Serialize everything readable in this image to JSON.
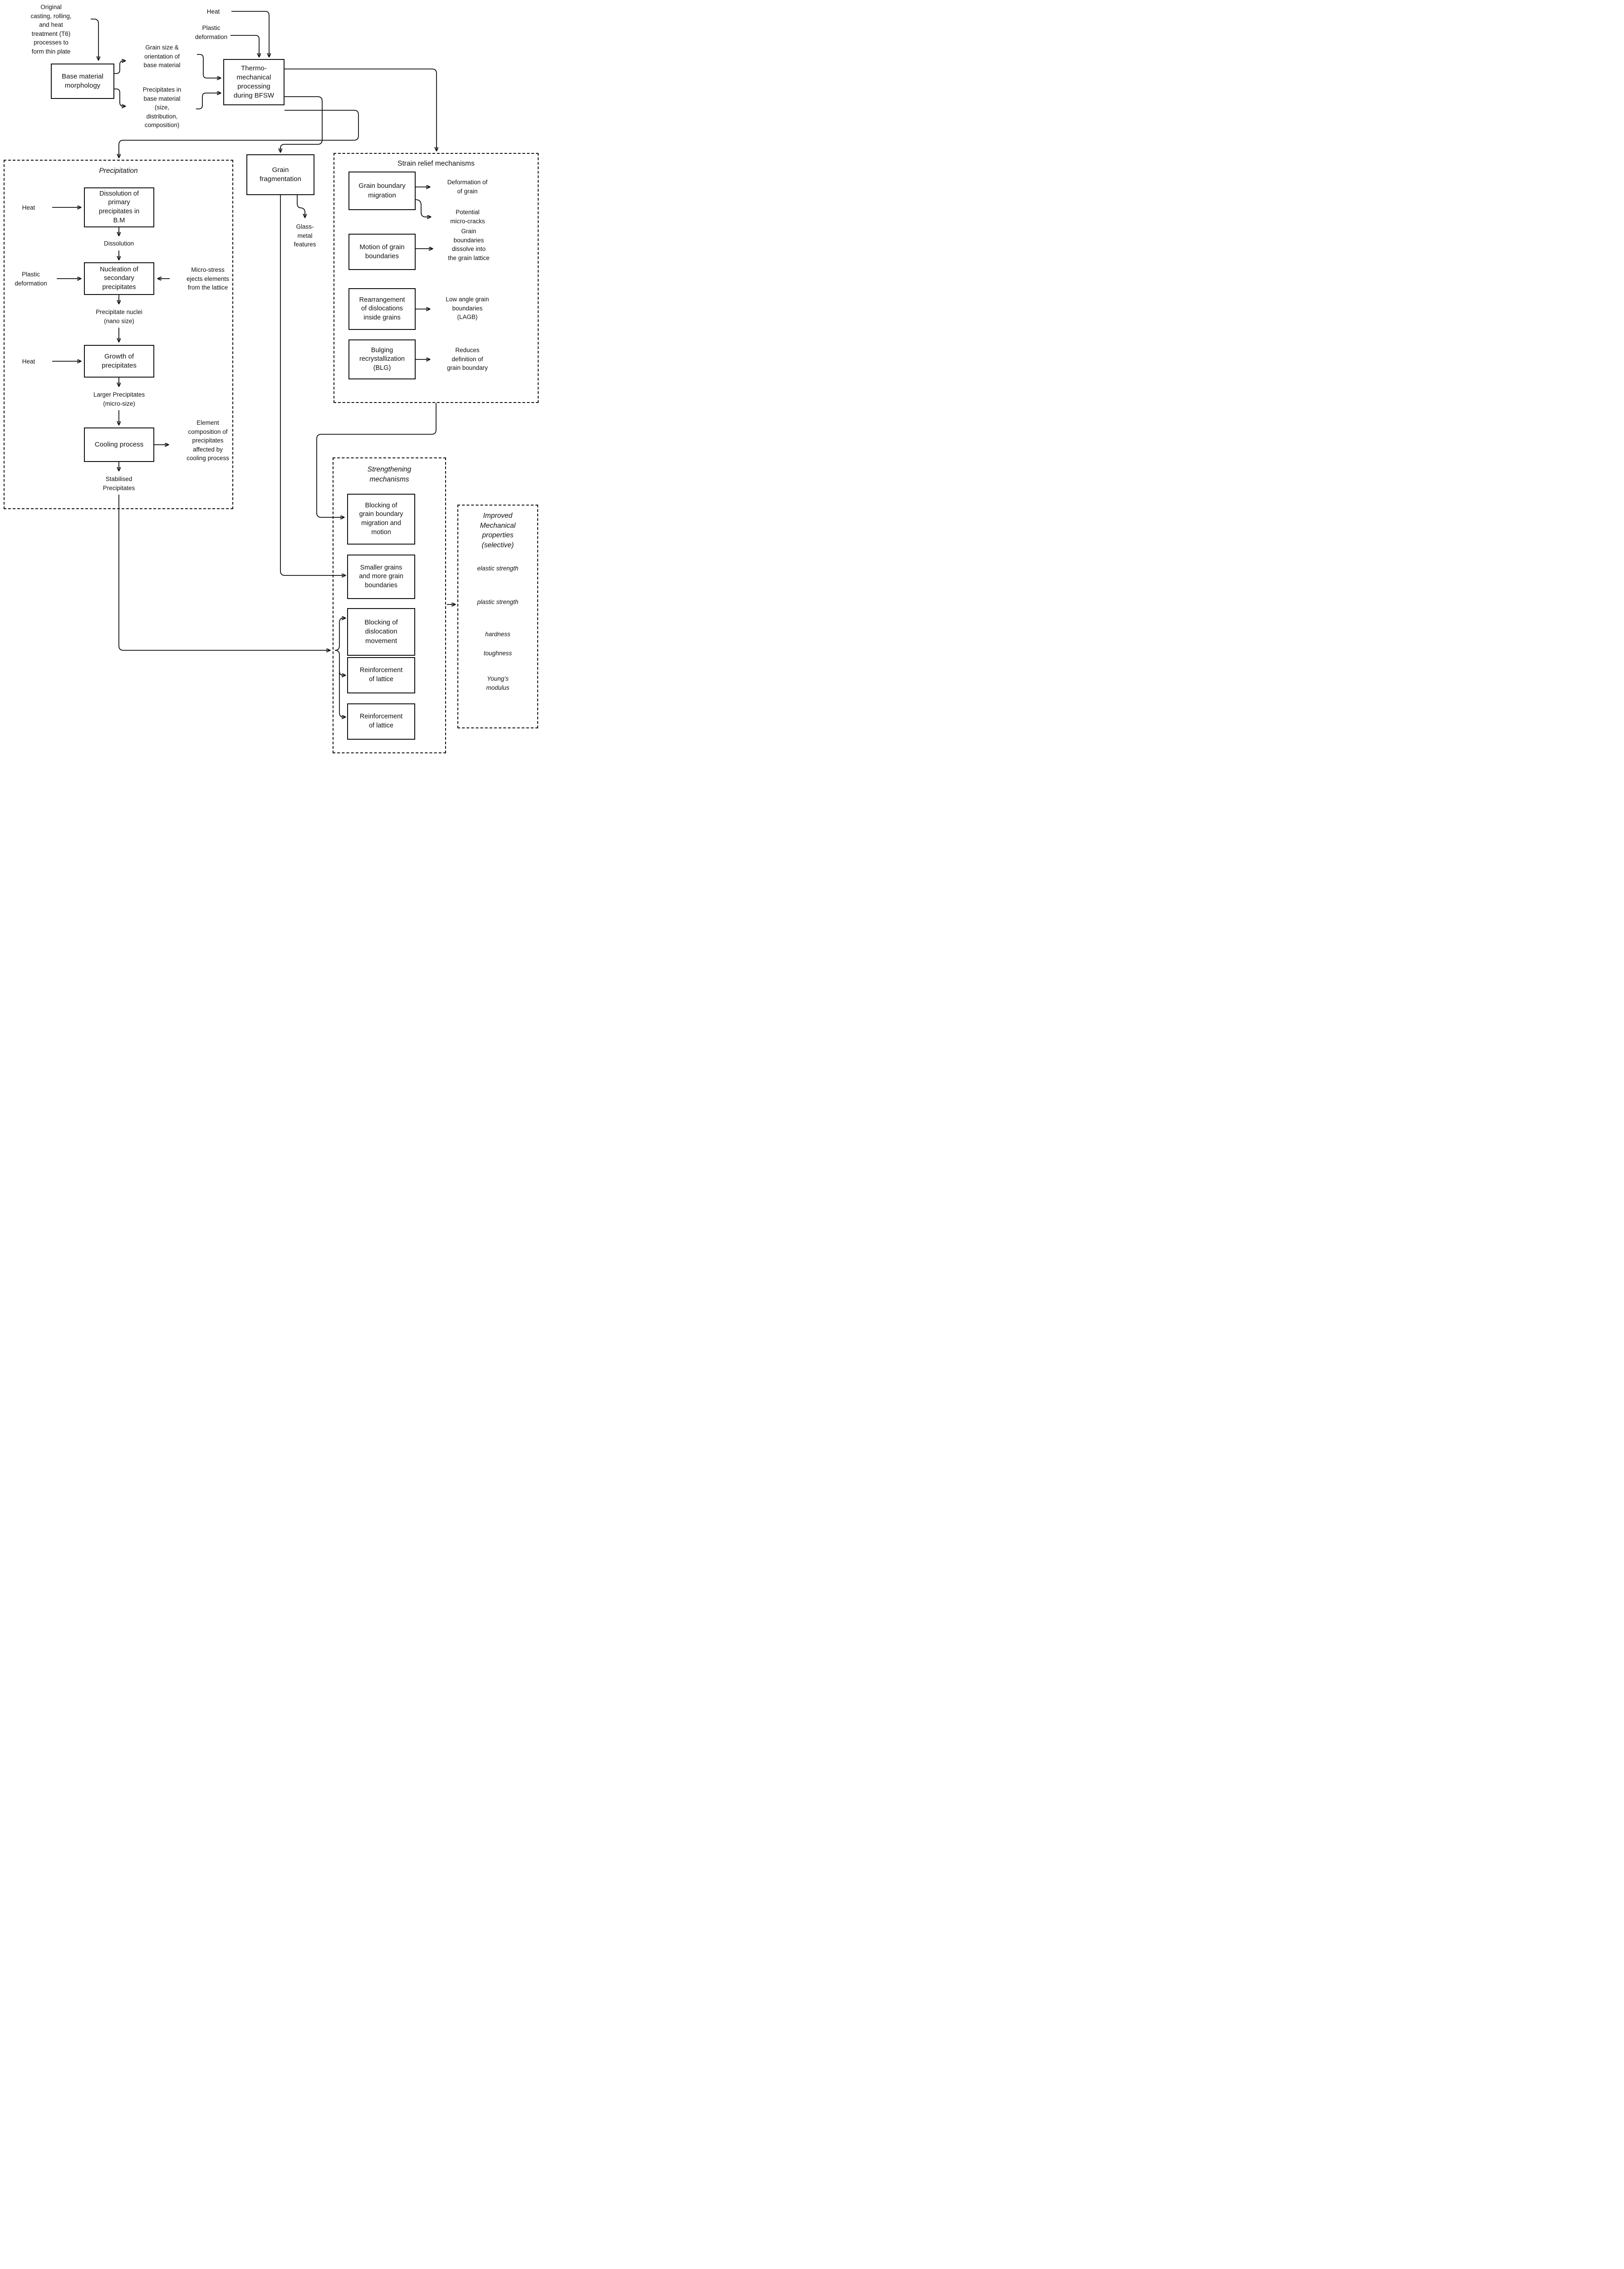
{
  "diagram": {
    "top": {
      "origin_note": "Original\ncasting, rolling,\nand heat\ntreatment (T6)\nprocesses to\nform thin plate",
      "base_box": "Base material\nmorphology",
      "grain_size_note": "Grain size &\norientation of\nbase material",
      "precipitates_note": "Precipitates in\nbase material\n(size,\ndistribution,\ncomposition)",
      "heat_label": "Heat",
      "plastic_label": "Plastic\ndeformation",
      "thermo_box": "Thermo-\nmechanical\nprocessing\nduring BFSW"
    },
    "precipitation": {
      "title": "Precipitation",
      "dissolution_box": "Dissolution of\nprimary\nprecipitates in\nB.M",
      "heat1": "Heat",
      "dissolution_label": "Dissolution",
      "plastic_label": "Plastic\ndeformation",
      "nucleation_box": "Nucleation of\nsecondary\nprecipitates",
      "micro_stress_note": "Micro-stress\nejects elements\nfrom the lattice",
      "nuclei_label": "Precipitate nuclei\n(nano size)",
      "growth_box": "Growth of\nprecipitates",
      "heat2": "Heat",
      "larger_label": "Larger Precipitates\n(micro-size)",
      "cooling_box": "Cooling process",
      "element_note": "Element\ncomposition of\nprecipitates\naffected by\ncooling process",
      "stabilised_label": "Stabilised\nPrecipitates"
    },
    "fragmentation": {
      "box": "Grain\nfragmentation",
      "glass_note": "Glass-\nmetal\nfeatures"
    },
    "strain_relief": {
      "title": "Strain relief mechanisms",
      "gbm_box": "Grain boundary\nmigration",
      "deform_note": "Deformation of\nof grain",
      "cracks_note": "Potential\nmicro-cracks",
      "motion_box": "Motion of grain\nboundaries",
      "dissolve_note": "Grain\nboundaries\ndissolve into\nthe grain lattice",
      "rearrangement_box": "Rearrangement\nof dislocations\ninside grains",
      "lagb_note": "Low angle grain\nboundaries\n(LAGB)",
      "bulging_box": "Bulging\nrecrystallization\n(BLG)",
      "reduces_note": "Reduces\ndefinition of\ngrain boundary"
    },
    "strengthening": {
      "title": "Strengthening\nmechanisms",
      "block_gbm_box": "Blocking of\ngrain boundary\nmigration and\nmotion",
      "smaller_box": "Smaller grains\nand more grain\nboundaries",
      "block_disloc_box": "Blocking of\ndislocation\nmovement",
      "reinforcement1_box": "Reinforcement\nof lattice",
      "reinforcement2_box": "Reinforcement\nof lattice"
    },
    "improved": {
      "title": "Improved\nMechanical\nproperties\n(selective)",
      "items": [
        "elastic strength",
        "plastic strength",
        "hardness",
        "toughness",
        "Young’s\nmodulus"
      ]
    }
  }
}
